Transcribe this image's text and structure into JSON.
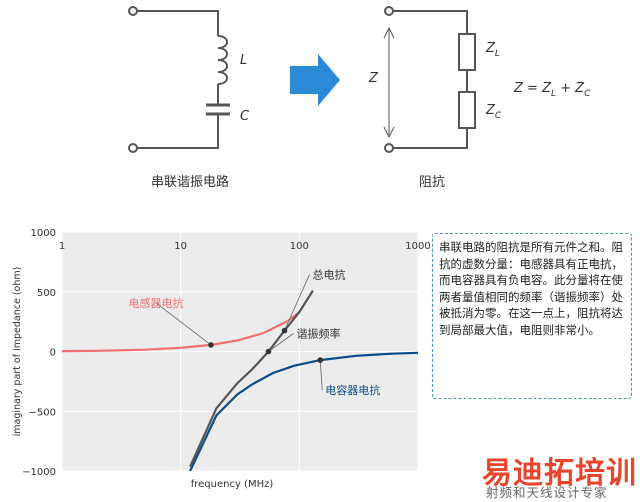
{
  "series_circuit": {
    "caption": "串联谐振电路",
    "inductor_label": "L",
    "capacitor_label": "C"
  },
  "impedance_diagram": {
    "caption": "阻抗",
    "z_label": "Z",
    "zl_label": "Z",
    "zl_sub": "L",
    "zc_label": "Z",
    "zc_sub": "C",
    "formula": {
      "lhs": "Z = Z",
      "sub1": "L",
      "mid": " + Z",
      "sub2": "C"
    }
  },
  "colors": {
    "inductor_curve": "#f07070",
    "capacitor_curve": "#0a4a8c",
    "total_curve": "#555555",
    "arrow": "#2a8ad8",
    "plot_bg": "#ececec",
    "note_border": "#4a90c8"
  },
  "chart_data": {
    "type": "line",
    "xlabel": "frequency (MHz)",
    "ylabel": "imaginary part of impedance (ohm)",
    "x_scale": "log",
    "xlim": [
      1,
      1000
    ],
    "ylim": [
      -1000,
      1000
    ],
    "x_ticks": [
      "1",
      "10",
      "100",
      "1000"
    ],
    "y_ticks": [
      "1000",
      "500",
      "0",
      "−500",
      "−1000"
    ],
    "grid": true,
    "series": [
      {
        "name": "电感器电抗",
        "key": "inductor",
        "x": [
          1,
          2,
          5,
          10,
          18,
          30,
          50,
          80,
          100
        ],
        "y": [
          3,
          6,
          15,
          31,
          55,
          92,
          155,
          255,
          330
        ]
      },
      {
        "name": "电容器电抗",
        "key": "capacitor",
        "x": [
          12,
          20,
          30,
          40,
          60,
          90,
          150,
          300,
          600,
          1000
        ],
        "y": [
          -1000,
          -535,
          -360,
          -275,
          -180,
          -120,
          -72,
          -36,
          -18,
          -11
        ]
      },
      {
        "name": "总电抗",
        "key": "total",
        "x": [
          12,
          20,
          30,
          40,
          55,
          75,
          100,
          130
        ],
        "y": [
          -963,
          -475,
          -265,
          -150,
          0,
          175,
          330,
          510
        ]
      }
    ],
    "annotations": [
      {
        "text": "电感器电抗",
        "point": [
          18,
          55
        ]
      },
      {
        "text": "总电抗",
        "point": [
          75,
          175
        ]
      },
      {
        "text": "谐振频率",
        "point": [
          55,
          0
        ]
      },
      {
        "text": "电容器电抗",
        "point": [
          150,
          -72
        ]
      }
    ]
  },
  "note_text": "串联电路的阻抗是所有元件之和。阻抗的虚数分量：电感器具有正电抗，而电容器具有负电容。此分量将在使两者量值相同的频率（谐振频率）处被抵消为零。在这一点上，阻抗将达到局部最大值，电阻则非常小。",
  "watermark": {
    "brand": "易迪拓培训",
    "tagline": "射频和天线设计专家"
  }
}
